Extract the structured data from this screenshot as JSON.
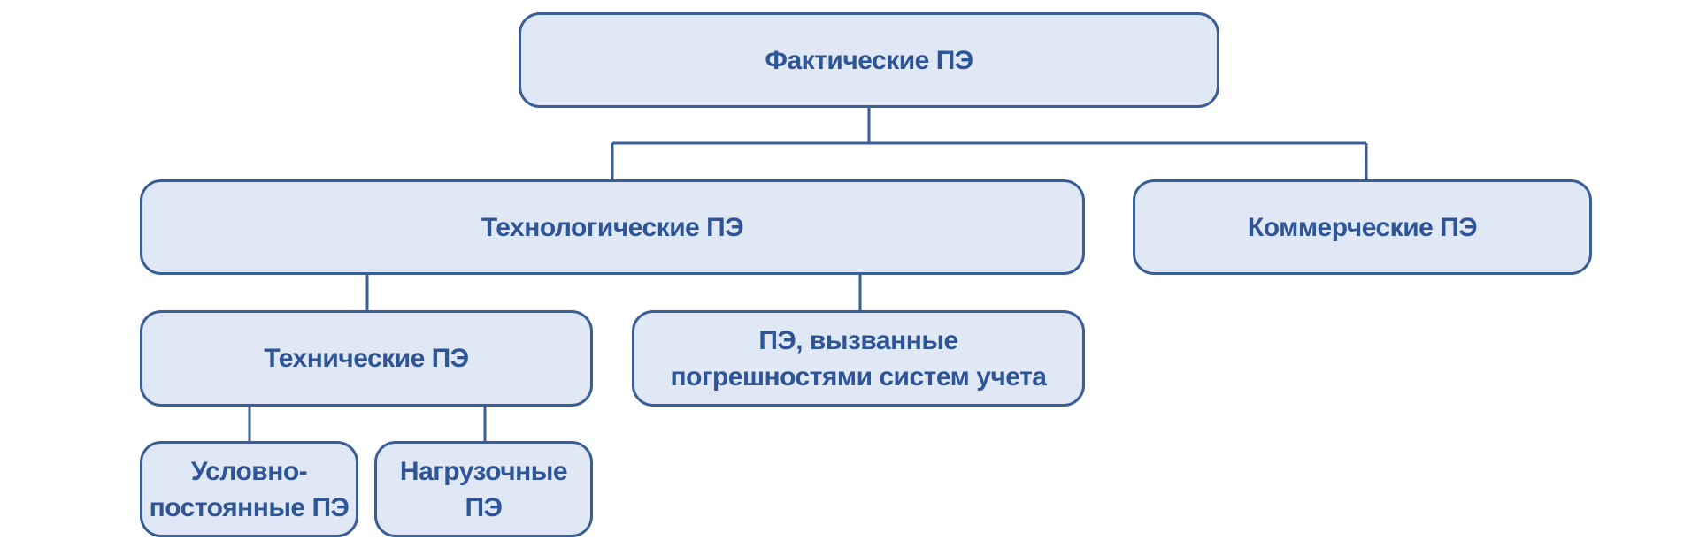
{
  "colors": {
    "node_fill": "#E1E8F5",
    "node_border": "#3A5E98",
    "text": "#2E5597",
    "connector": "#3A5E98",
    "background": "#FFFFFF"
  },
  "nodes": {
    "actual": {
      "label": "Фактические ПЭ"
    },
    "technological": {
      "label": "Технологические ПЭ"
    },
    "commercial": {
      "label": "Коммерческие ПЭ"
    },
    "technical": {
      "label": "Технические ПЭ"
    },
    "metering_errors": {
      "line1": "ПЭ, вызванные",
      "line2": "погрешностями систем учета"
    },
    "conditionally_constant": {
      "line1": "Условно-",
      "line2": "постоянные ПЭ"
    },
    "load": {
      "line1": "Нагрузочные",
      "line2": "ПЭ"
    }
  },
  "edges": [
    {
      "from": "actual",
      "to": "technological"
    },
    {
      "from": "actual",
      "to": "commercial"
    },
    {
      "from": "technological",
      "to": "technical"
    },
    {
      "from": "technological",
      "to": "metering_errors"
    },
    {
      "from": "technical",
      "to": "conditionally_constant"
    },
    {
      "from": "technical",
      "to": "load"
    }
  ]
}
